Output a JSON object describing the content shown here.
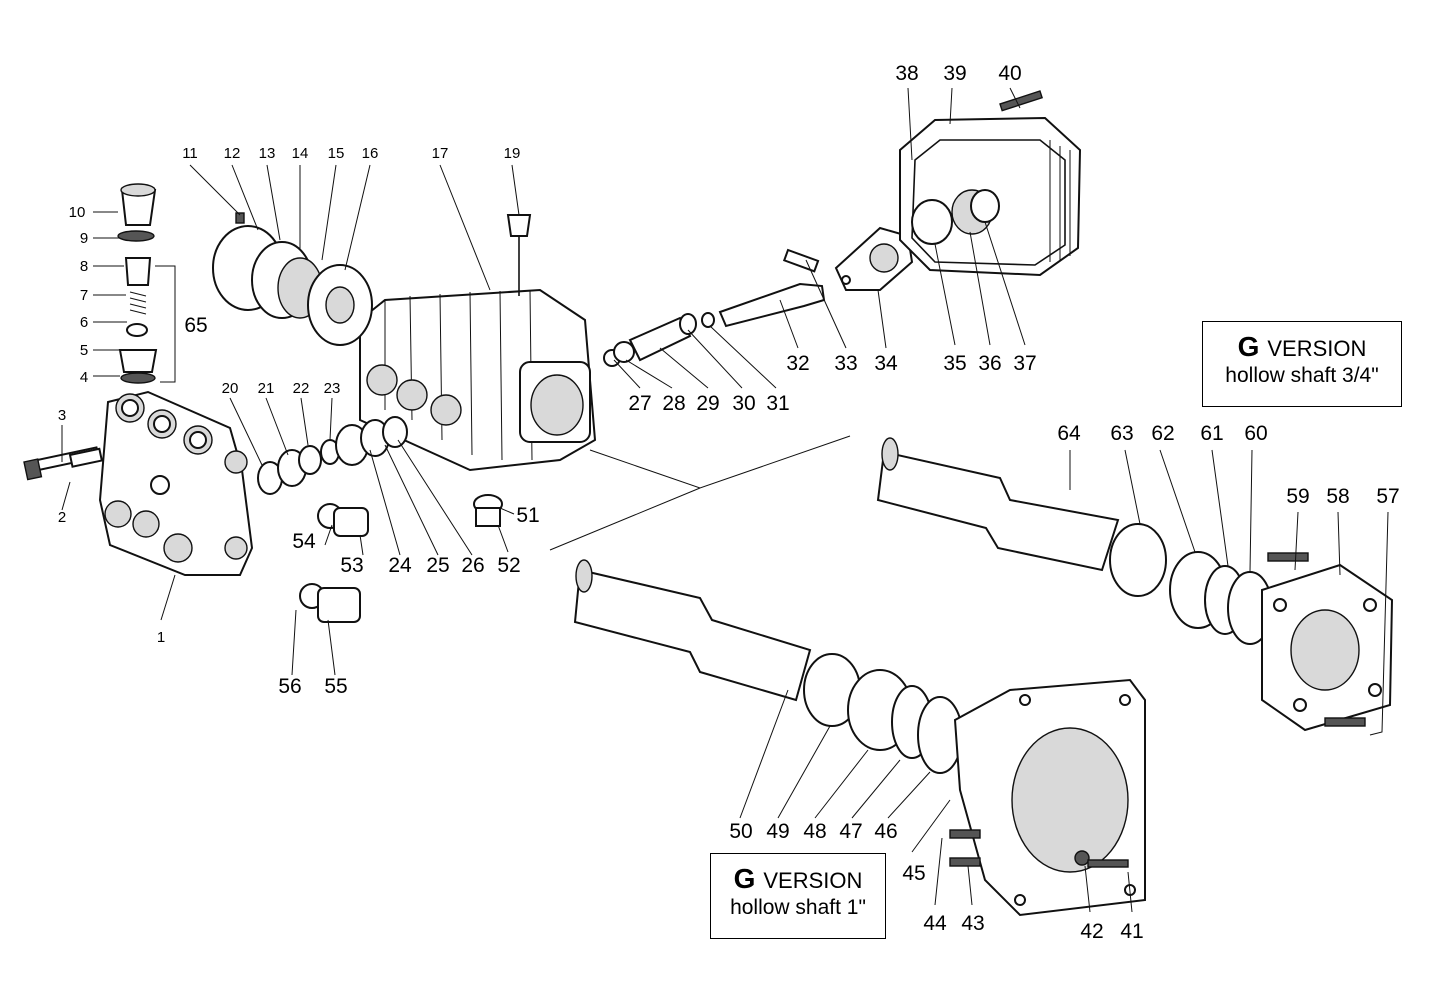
{
  "labels": [
    "1",
    "2",
    "3",
    "4",
    "5",
    "6",
    "7",
    "8",
    "9",
    "10",
    "11",
    "12",
    "13",
    "14",
    "15",
    "16",
    "17",
    "19",
    "20",
    "21",
    "22",
    "23",
    "24",
    "25",
    "26",
    "27",
    "28",
    "29",
    "30",
    "31",
    "32",
    "33",
    "34",
    "35",
    "36",
    "37",
    "38",
    "39",
    "40",
    "41",
    "42",
    "43",
    "44",
    "45",
    "46",
    "47",
    "48",
    "49",
    "50",
    "51",
    "52",
    "53",
    "54",
    "55",
    "56",
    "57",
    "58",
    "59",
    "60",
    "61",
    "62",
    "63",
    "64",
    "65"
  ],
  "version_box_top": {
    "letter": "G",
    "word": "VERSION",
    "subtitle": "hollow shaft 3/4\""
  },
  "version_box_bottom": {
    "letter": "G",
    "word": "VERSION",
    "subtitle": "hollow shaft 1\""
  }
}
